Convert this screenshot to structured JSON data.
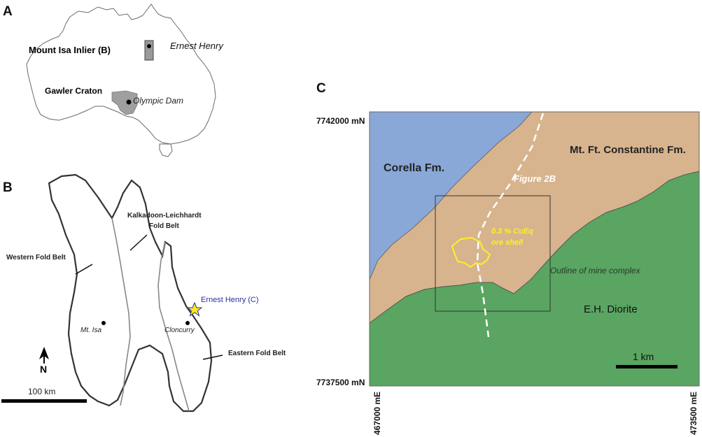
{
  "panels": {
    "a": {
      "letter": "A",
      "labels": {
        "mount_isa": "Mount Isa Inlier (B)",
        "ernest_henry": "Ernest Henry",
        "gawler": "Gawler Craton",
        "olympic_dam": "Olympic Dam"
      }
    },
    "b": {
      "letter": "B",
      "labels": {
        "kalkadoon_1": "Kalkadoon-Leichhardt",
        "kalkadoon_2": "Fold Belt",
        "western": "Western Fold Belt",
        "ernest_henry": "Ernest Henry (C)",
        "mt_isa": "Mt. Isa",
        "cloncurry": "Cloncurry",
        "eastern": "Eastern Fold Belt",
        "north": "N",
        "scale": "100 km"
      }
    },
    "c": {
      "letter": "C",
      "labels": {
        "north_top": "7742000 mN",
        "north_bottom": "7737500 mN",
        "east_left": "467000 mE",
        "east_right": "473500 mE",
        "corella": "Corella Fm.",
        "constantine": "Mt. Ft. Constantine Fm.",
        "figure": "Figure 2B",
        "ore_1": "0.3 % CuEq",
        "ore_2": "ore shell",
        "outline": "Outline of mine complex",
        "diorite": "E.H. Diorite",
        "scale": "1 km"
      }
    }
  },
  "colors": {
    "corella": "#89a8d8",
    "constantine": "#d7b48e",
    "diorite": "#59a561",
    "ore": "#ffef2a",
    "ernest_label": "#2b2f9c"
  }
}
